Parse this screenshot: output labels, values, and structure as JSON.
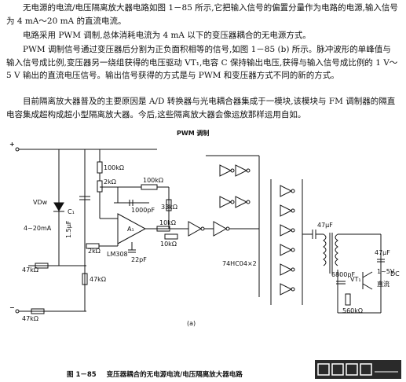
{
  "text": {
    "p1": "无电源的电流/电压隔离放大器电路如图 1－85 所示,它把输入信号的偏置分量作为电路的电源,输入信号为 4 mA～20 mA 的直流电流。",
    "p2": "电路采用 PWM 调制,总体消耗电流为 4 mA 以下的变压器耦合的无电源方式。",
    "p3": "PWM 调制信号通过变压器后分割为正负面积相等的信号,如图 1－85 (b) 所示。脉冲波形的单峰值与输入信号成比例,变压器另一绕组获得的电压驱动 VT₁,电容 C 保持输出电压,获得与输入信号成比例的 1 V～5 V 输出的直流电压信号。输出信号获得的方式是与 PWM 和变压器方式不同的新的方式。",
    "p4": "目前隔离放大器普及的主要原因是 A/D 转换器与光电耦合器集成于一模块,该模块与 FM 调制器的隔直电容集成超构成超小型隔离放大器。今后,这些隔离放大器会像运放那样运用自如。"
  },
  "figure": {
    "labels": {
      "plus": "+",
      "minus": "−",
      "pwm": "PWM 调制",
      "r100k_top": "100kΩ",
      "r2k_top": "2kΩ",
      "r100k_mid": "100kΩ",
      "c1000p": "1000pF",
      "r33k": "33kΩ",
      "vdw": "VDw",
      "c1": "C₁",
      "c1_val": "1.5μF",
      "input_range": "4~20mA",
      "a1": "A₁",
      "lm308": "LM308",
      "r2k_bot": "2kΩ",
      "c22p": "22pF",
      "r10k_a": "10kΩ",
      "r10k_b": "10kΩ",
      "r47k_a": "47kΩ",
      "r47k_b": "47kΩ",
      "r47k_c": "47kΩ",
      "hc04": "74HC04×2",
      "c47u_a": "47μF",
      "c47u_b": "47μF",
      "c6800p": "6800pF",
      "vt1": "VT₁",
      "r560k": "560kΩ",
      "out_v": "1~5V",
      "out_dc": "DC",
      "out_zl": "直流",
      "sub": "(a)"
    }
  },
  "caption": {
    "num": "图 1－85",
    "title": "变压器耦合的无电源电流/电压隔离放大器电路"
  }
}
